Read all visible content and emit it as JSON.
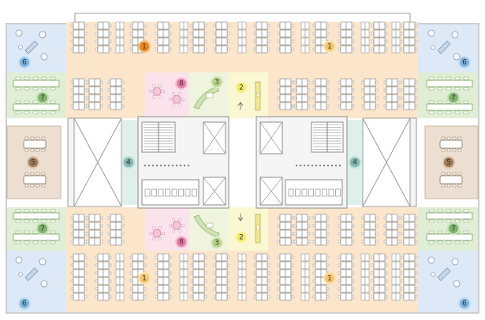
{
  "plan": {
    "markers": [
      {
        "id": "m1a",
        "label": "1",
        "fill": "#e8891a",
        "ring": "#f5c185"
      },
      {
        "id": "m1b",
        "label": "1",
        "fill": "#f5c66e",
        "ring": "#fbe3b0"
      },
      {
        "id": "m1c",
        "label": "1",
        "fill": "#f5c66e",
        "ring": "#fbe3b0"
      },
      {
        "id": "m1d",
        "label": "1",
        "fill": "#f5c66e",
        "ring": "#fbe3b0"
      },
      {
        "id": "m2a",
        "label": "2",
        "fill": "#f3ec6e",
        "ring": "#faf6b8"
      },
      {
        "id": "m2b",
        "label": "2",
        "fill": "#f3ec6e",
        "ring": "#faf6b8"
      },
      {
        "id": "m3a",
        "label": "3",
        "fill": "#b7d48a",
        "ring": "#dcebc4"
      },
      {
        "id": "m3b",
        "label": "3",
        "fill": "#b7d48a",
        "ring": "#dcebc4"
      },
      {
        "id": "m4a",
        "label": "4",
        "fill": "#7fb8ad",
        "ring": "#c2e0da"
      },
      {
        "id": "m4b",
        "label": "4",
        "fill": "#7fb8ad",
        "ring": "#c2e0da"
      },
      {
        "id": "m5a",
        "label": "5",
        "fill": "#a07a55",
        "ring": "#d7c3ad"
      },
      {
        "id": "m5b",
        "label": "5",
        "fill": "#a07a55",
        "ring": "#d7c3ad"
      },
      {
        "id": "m6a",
        "label": "6",
        "fill": "#7ab4e0",
        "ring": "#c3def3"
      },
      {
        "id": "m6b",
        "label": "6",
        "fill": "#7ab4e0",
        "ring": "#c3def3"
      },
      {
        "id": "m6c",
        "label": "6",
        "fill": "#7ab4e0",
        "ring": "#c3def3"
      },
      {
        "id": "m6d",
        "label": "6",
        "fill": "#7ab4e0",
        "ring": "#c3def3"
      },
      {
        "id": "m7a",
        "label": "7",
        "fill": "#7fb36a",
        "ring": "#c5e0b8"
      },
      {
        "id": "m7b",
        "label": "7",
        "fill": "#7fb36a",
        "ring": "#c5e0b8"
      },
      {
        "id": "m7c",
        "label": "7",
        "fill": "#7fb36a",
        "ring": "#c5e0b8"
      },
      {
        "id": "m7d",
        "label": "7",
        "fill": "#7fb36a",
        "ring": "#c5e0b8"
      },
      {
        "id": "m8a",
        "label": "8",
        "fill": "#e77aa5",
        "ring": "#f5c4d7"
      },
      {
        "id": "m8b",
        "label": "8",
        "fill": "#e77aa5",
        "ring": "#f5c4d7"
      }
    ],
    "zone_colors": {
      "workstations": "#fbe6cc",
      "corners": "#dde9f6",
      "team_tables": "#dfeed4",
      "conference": "#ecdfd1",
      "lounge": "#eef4de",
      "pantry": "#faf8d2",
      "meeting_pink": "#fbe3ec",
      "lobby": "#dff0ec",
      "core": "#f2f2f2"
    }
  }
}
